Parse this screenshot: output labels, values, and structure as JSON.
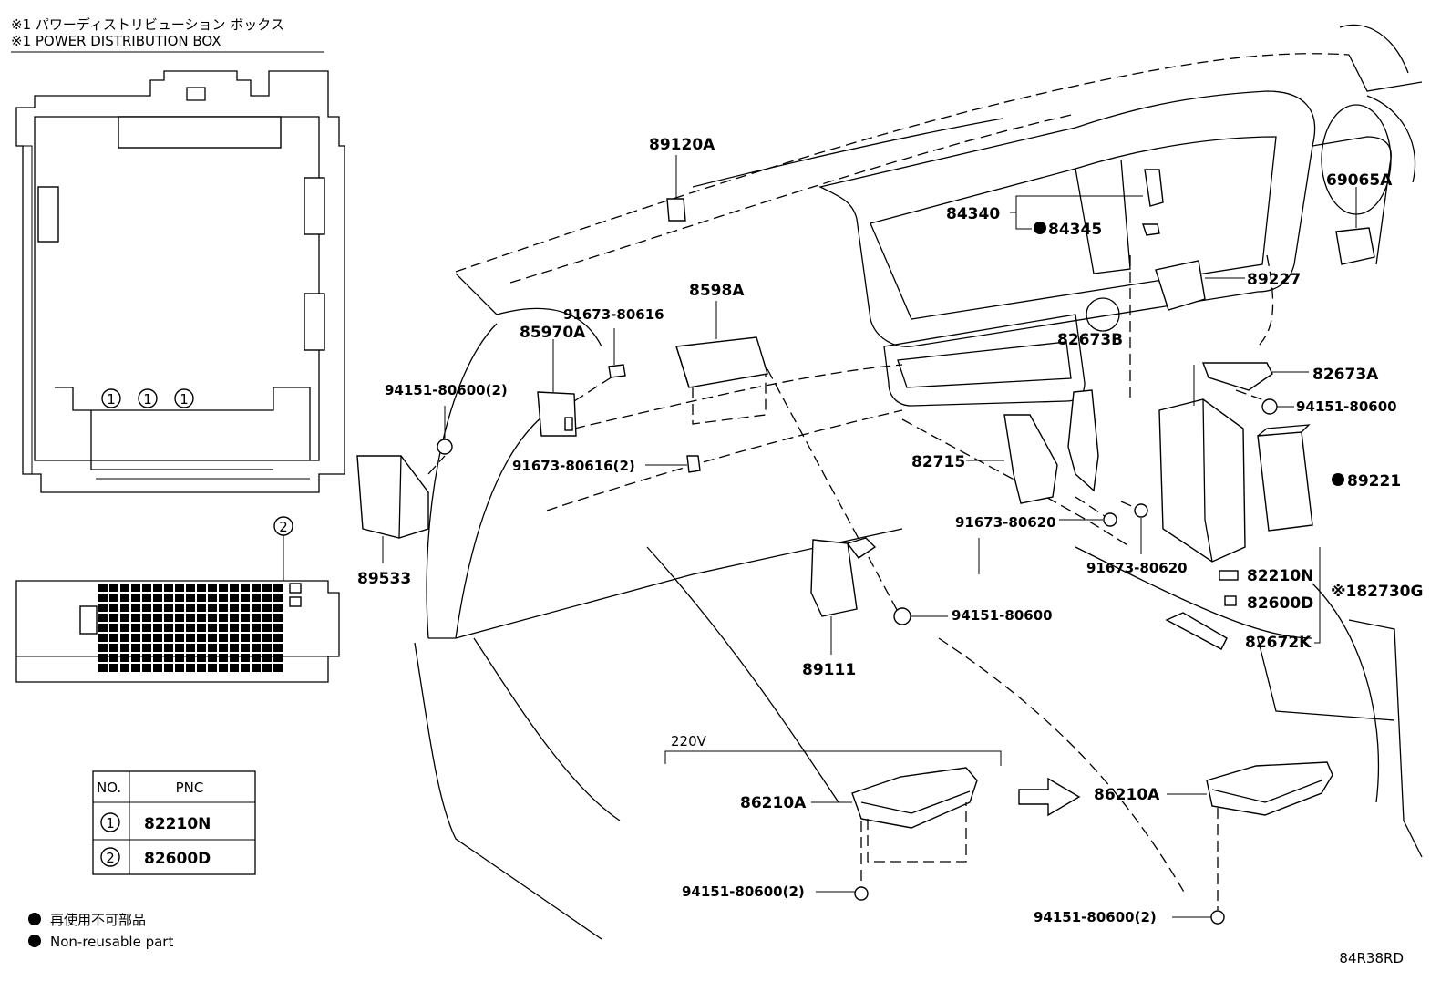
{
  "header": {
    "line1": "※1  パワーディストリビューション ボックス",
    "line2": "※1  POWER DISTRIBUTION BOX"
  },
  "pnc_table": {
    "col_no": "NO.",
    "col_pnc": "PNC",
    "rows": [
      {
        "no": "1",
        "pnc": "82210N"
      },
      {
        "no": "2",
        "pnc": "82600D"
      }
    ]
  },
  "legend": {
    "line1": "再使用不可部品",
    "line2": "Non-reusable part"
  },
  "diagram_code": "84R38RD",
  "box_markers": {
    "m1": "1",
    "m2": "1",
    "m3": "1",
    "m4": "2"
  },
  "parts": {
    "p89120A": "89120A",
    "p84340": "84340",
    "p84345": "84345",
    "p69065A": "69065A",
    "p8598A": "8598A",
    "p91673_80616": "91673-80616",
    "p85970A": "85970A",
    "p89227": "89227",
    "p82673B": "82673B",
    "p82673A": "82673A",
    "p94151_80600_a": "94151-80600(2)",
    "p94151_80600_b": "94151-80600",
    "p91673_80616_2": "91673-80616(2)",
    "p82715": "82715",
    "p89221": "89221",
    "p89533": "89533",
    "p91673_80620_a": "91673-80620",
    "p91673_80620_b": "91673-80620",
    "p82210N": "82210N",
    "p182730G": "※182730G",
    "p82600D": "82600D",
    "p94151_80600_c": "94151-80600",
    "p82672K": "82672K",
    "p89111": "89111",
    "v220": "220V",
    "p86210A_a": "86210A",
    "p86210A_b": "86210A",
    "p94151_80600_d": "94151-80600(2)",
    "p94151_80600_e": "94151-80600(2)"
  }
}
